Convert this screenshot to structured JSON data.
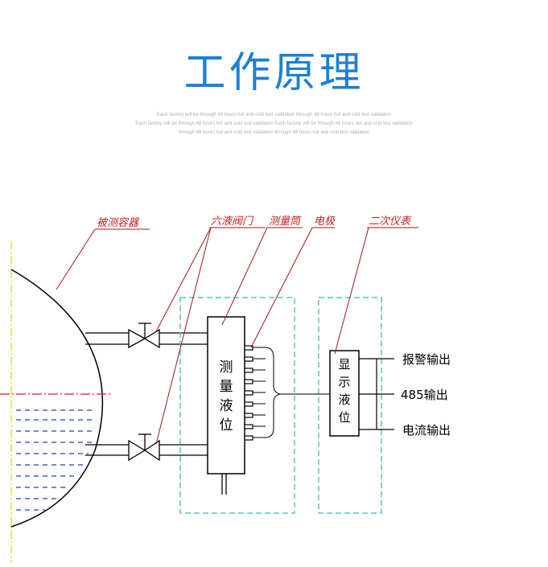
{
  "header": {
    "title": "工作原理",
    "subtitle_lines": [
      "Each factory will be through 48 hours hot and cold test validation through 48 hours hot and cold test validation",
      "Each factory will be through 48 hours hot and cold test validation Each factory will be through 48 hours hot and cold test validation",
      "through 48 hours hot and cold test validation through 48 hours hot and cold test validation"
    ]
  },
  "labels": {
    "container": "被测容器",
    "valves": "六液阀门",
    "measuring_tube": "测量筒",
    "electrode": "电极",
    "secondary_meter": "二次仪表"
  },
  "boxes": {
    "measure_level": [
      "测",
      "量",
      "液",
      "位"
    ],
    "display_level": [
      "显",
      "示",
      "液",
      "位"
    ]
  },
  "outputs": {
    "alarm": "报警输出",
    "rs485": "485输出",
    "current": "电流输出"
  },
  "colors": {
    "title": "#1e7fd6",
    "leader": "#a01818",
    "label": "#c02020",
    "dashed_box": "#5cc4c0",
    "liquid_dash": "#2a3fb0",
    "center_line": "#d02020",
    "axis_line": "#e6e040",
    "line": "#000000"
  }
}
